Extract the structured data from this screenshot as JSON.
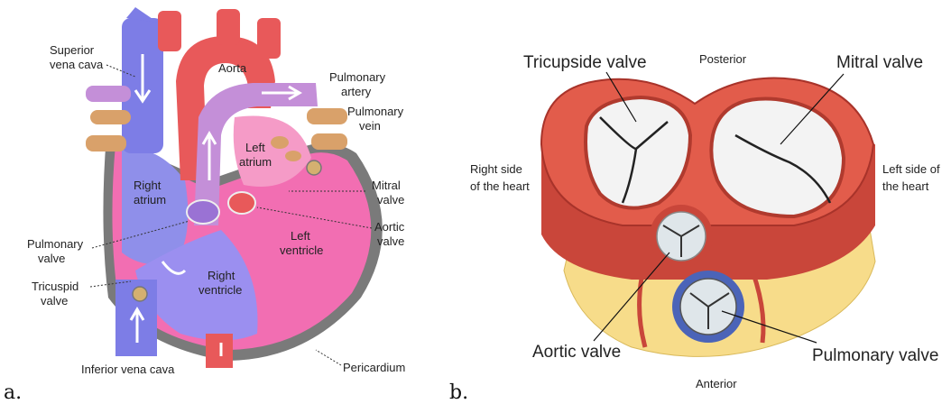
{
  "panel_a": {
    "caption": "a.",
    "labels": {
      "aorta": "Aorta",
      "svc_1": "Superior",
      "svc_2": "vena cava",
      "pa_1": "Pulmonary",
      "pa_2": "artery",
      "pv_1": "Pulmonary",
      "pv_2": "vein",
      "la_1": "Left",
      "la_2": "atrium",
      "ra_1": "Right",
      "ra_2": "atrium",
      "mitral_1": "Mitral",
      "mitral_2": "valve",
      "aortic_1": "Aortic",
      "aortic_2": "valve",
      "lv_1": "Left",
      "lv_2": "ventricle",
      "pulm_valve_1": "Pulmonary",
      "pulm_valve_2": "valve",
      "rv_1": "Right",
      "rv_2": "ventricle",
      "tric_1": "Tricuspid",
      "tric_2": "valve",
      "ivc": "Inferior vena cava",
      "pericardium": "Pericardium"
    },
    "colors": {
      "blue": "#8e8ee8",
      "red": "#e8595a",
      "purple": "#c48fd8",
      "pink": "#f06fb0",
      "vein": "#d9a16a",
      "wall": "#8a8a8a"
    }
  },
  "panel_b": {
    "caption": "b.",
    "labels": {
      "tricuspid": "Tricupside valve",
      "posterior": "Posterior",
      "mitral": "Mitral valve",
      "right_side_1": "Right side",
      "right_side_2": "of the heart",
      "left_side_1": "Left side of",
      "left_side_2": "the heart",
      "aortic": "Aortic valve",
      "pulmonary": "Pulmonary valve",
      "anterior": "Anterior"
    },
    "colors": {
      "muscle": "#e05a4a",
      "muscle_dark": "#b83a30",
      "fat": "#f7dc8a",
      "leaflet": "#dfe6ea",
      "pulm_ring": "#4b64b8"
    }
  }
}
